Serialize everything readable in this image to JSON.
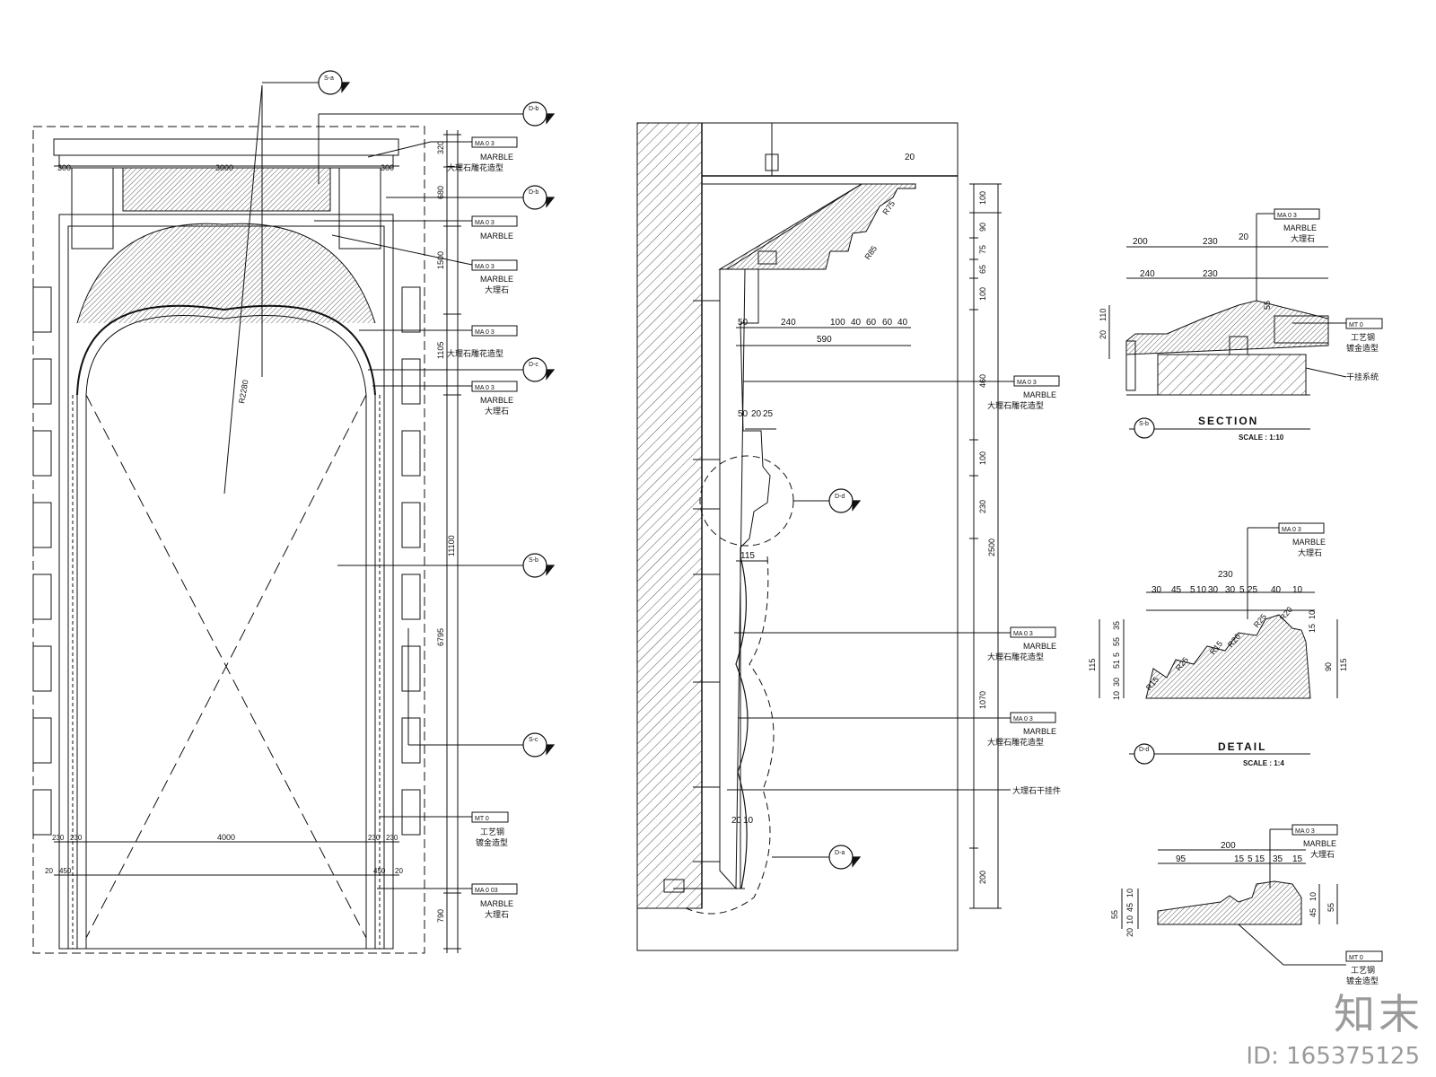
{
  "elevation": {
    "section_marks": [
      "S-a",
      "D-b",
      "D-b",
      "D-c",
      "S-b",
      "S-c"
    ],
    "top_dims": [
      "300",
      "3000",
      "300"
    ],
    "right_dims": [
      "320",
      "680",
      "1500",
      "1105",
      "11100",
      "6795",
      "790"
    ],
    "bottom_dims": [
      "230",
      "230",
      "4000",
      "230",
      "230"
    ],
    "small_dims": [
      "20",
      "450",
      "450",
      "20"
    ],
    "radius": "R2280",
    "notes": [
      {
        "code": "MA  0  3",
        "text1": "MARBLE",
        "text2": "大理石雕花造型"
      },
      {
        "code": "MA  0  3",
        "text1": "MARBLE",
        "text2": ""
      },
      {
        "code": "MA  0  3",
        "text1": "MARBLE",
        "text2": "大理石"
      },
      {
        "code": "MA  0  3",
        "text1": "大理石雕花造型",
        "text2": ""
      },
      {
        "code": "MA  0  3",
        "text1": "MARBLE",
        "text2": "大理石"
      },
      {
        "code": "MT  0",
        "text1": "工艺钢",
        "text2": "镀金造型"
      },
      {
        "code": "MA  0  03",
        "text1": "MARBLE",
        "text2": "大理石"
      }
    ]
  },
  "section_view": {
    "dims_right": [
      "100",
      "90",
      "75",
      "65",
      "100",
      "460",
      "100",
      "230",
      "2500",
      "1070",
      "200"
    ],
    "dims_h": [
      "240",
      "100",
      "40",
      "60",
      "60",
      "40",
      "590",
      "50",
      "50",
      "20",
      "25",
      "115",
      "20",
      "10"
    ],
    "top_dim": "20",
    "radii": [
      "R75",
      "R85"
    ],
    "mark_d": "D-d",
    "mark_d2": "D-a",
    "notes": [
      {
        "code": "MA  0  3",
        "text1": "MARBLE",
        "text2": "大理石雕花造型"
      },
      {
        "code": "MA  0  3",
        "text1": "MARBLE",
        "text2": "大理石雕花造型"
      },
      {
        "code": "MA  0  3",
        "text1": "MARBLE",
        "text2": "大理石雕花造型"
      },
      {
        "code": "",
        "text1": "大理石干挂件",
        "text2": ""
      }
    ]
  },
  "section_detail": {
    "title": "SECTION",
    "scale": "SCALE : 1:10",
    "mark": "S-b",
    "dims": [
      "200",
      "230",
      "20",
      "240",
      "230",
      "20",
      "110",
      "55"
    ],
    "notes": [
      {
        "code": "MA  0  3",
        "text1": "MARBLE",
        "text2": "大理石"
      },
      {
        "code": "MT  0",
        "text1": "工艺钢",
        "text2": "镀金造型"
      },
      {
        "code": "",
        "text1": "干挂系统",
        "text2": ""
      }
    ]
  },
  "detail": {
    "title": "DETAIL",
    "scale": "SCALE : 1:4",
    "mark": "D-d",
    "top_total": "230",
    "top_dims": [
      "30",
      "45",
      "5",
      "10",
      "30",
      "30",
      "5",
      "25",
      "40",
      "10"
    ],
    "left_dims": [
      "115",
      "55",
      "35",
      "10",
      "30",
      "51",
      "5"
    ],
    "right_dims": [
      "90",
      "115",
      "15",
      "10"
    ],
    "radii": [
      "R15",
      "R25",
      "R15",
      "R20",
      "R25",
      "R20"
    ],
    "notes": [
      {
        "code": "MA  0  3",
        "text1": "MARBLE",
        "text2": "大理石"
      }
    ]
  },
  "detail2": {
    "top_total": "200",
    "top_dims": [
      "95",
      "15",
      "5",
      "15",
      "35",
      "15"
    ],
    "left_dims": [
      "55",
      "20",
      "10",
      "45",
      "10"
    ],
    "right_dims": [
      "45",
      "10",
      "55"
    ],
    "notes": [
      {
        "code": "MA  0  3",
        "text1": "MARBLE",
        "text2": "大理石"
      },
      {
        "code": "MT  0",
        "text1": "工艺钢",
        "text2": "镀金造型"
      }
    ]
  },
  "watermark": "知末",
  "id_text": "ID: 165375125"
}
